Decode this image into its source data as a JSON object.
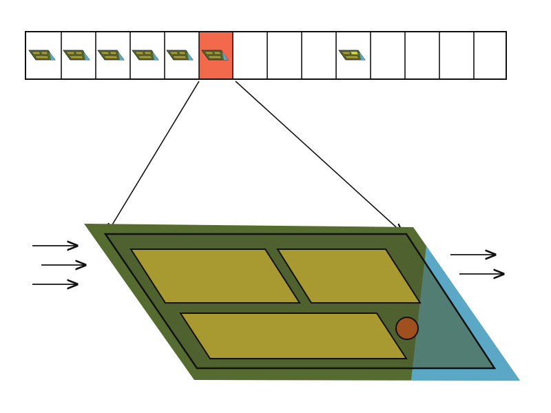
{
  "colors": {
    "background": "#ffffff",
    "outline": "#111111",
    "field_dark_green": "#556b2f",
    "field_green_inner": "#4a5a2e",
    "plot_yellow": "#a89a30",
    "plot_yellow_bright": "#d8d030",
    "water_blue": "#5aa8c6",
    "selected_cell": "#f26a4b",
    "marker_brown": "#a0501e"
  },
  "strip": {
    "cell_count": 14,
    "selected_index": 5,
    "thumbnail_cells": [
      0,
      1,
      2,
      3,
      4,
      5,
      9
    ],
    "empty_cells": [
      6,
      7,
      8,
      10,
      11,
      12,
      13
    ]
  },
  "detail": {
    "plots": [
      "top-left-plot",
      "top-right-plot",
      "bottom-plot"
    ],
    "marker": "brown-circle-marker",
    "water_zone": "blue-water-wedge"
  },
  "flow_arrows": {
    "left_count": 3,
    "right_count": 2,
    "icon": "right-arrow-icon"
  }
}
